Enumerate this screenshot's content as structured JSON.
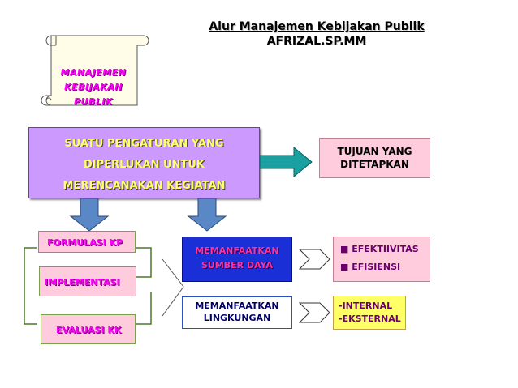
{
  "title": {
    "line1": "Alur Manajemen Kebijakan Publik",
    "line2": "AFRIZAL.SP.MM"
  },
  "scroll": {
    "lines": [
      "MANAJEMEN",
      "KEBIJAKAN",
      "PUBLIK"
    ]
  },
  "definition": {
    "lines": [
      "SUATU PENGATURAN  YANG",
      "DIPERLUKAN UNTUK",
      "MERENCANAKAN KEGIATAN"
    ]
  },
  "goal": {
    "lines": [
      "TUJUAN YANG",
      "DITETAPKAN"
    ]
  },
  "stages": [
    "FORMULASI KP",
    "IMPLEMENTASI",
    "EVALUASI KK"
  ],
  "resources": {
    "lines": [
      "MEMANFAATKAN",
      "SUMBER DAYA"
    ]
  },
  "environment": {
    "lines": [
      "MEMANFAATKAN",
      "LINGKUNGAN"
    ]
  },
  "outcomes": [
    "EFEKTIIVITAS",
    "EFISIENSI"
  ],
  "scope": [
    "INTERNAL",
    "EKSTERNAL"
  ],
  "colors": {
    "definition_fill": "#cc99ff",
    "definition_text": "#ffff66",
    "goal_fill": "#ffccdd",
    "stage_text": "#ff00ff",
    "resource_fill": "#1a2fd6",
    "resource_text": "#ff3399",
    "scope_fill": "#ffff66",
    "arrow_down": "#5a87c6",
    "arrow_right": "#1aa0a0"
  }
}
